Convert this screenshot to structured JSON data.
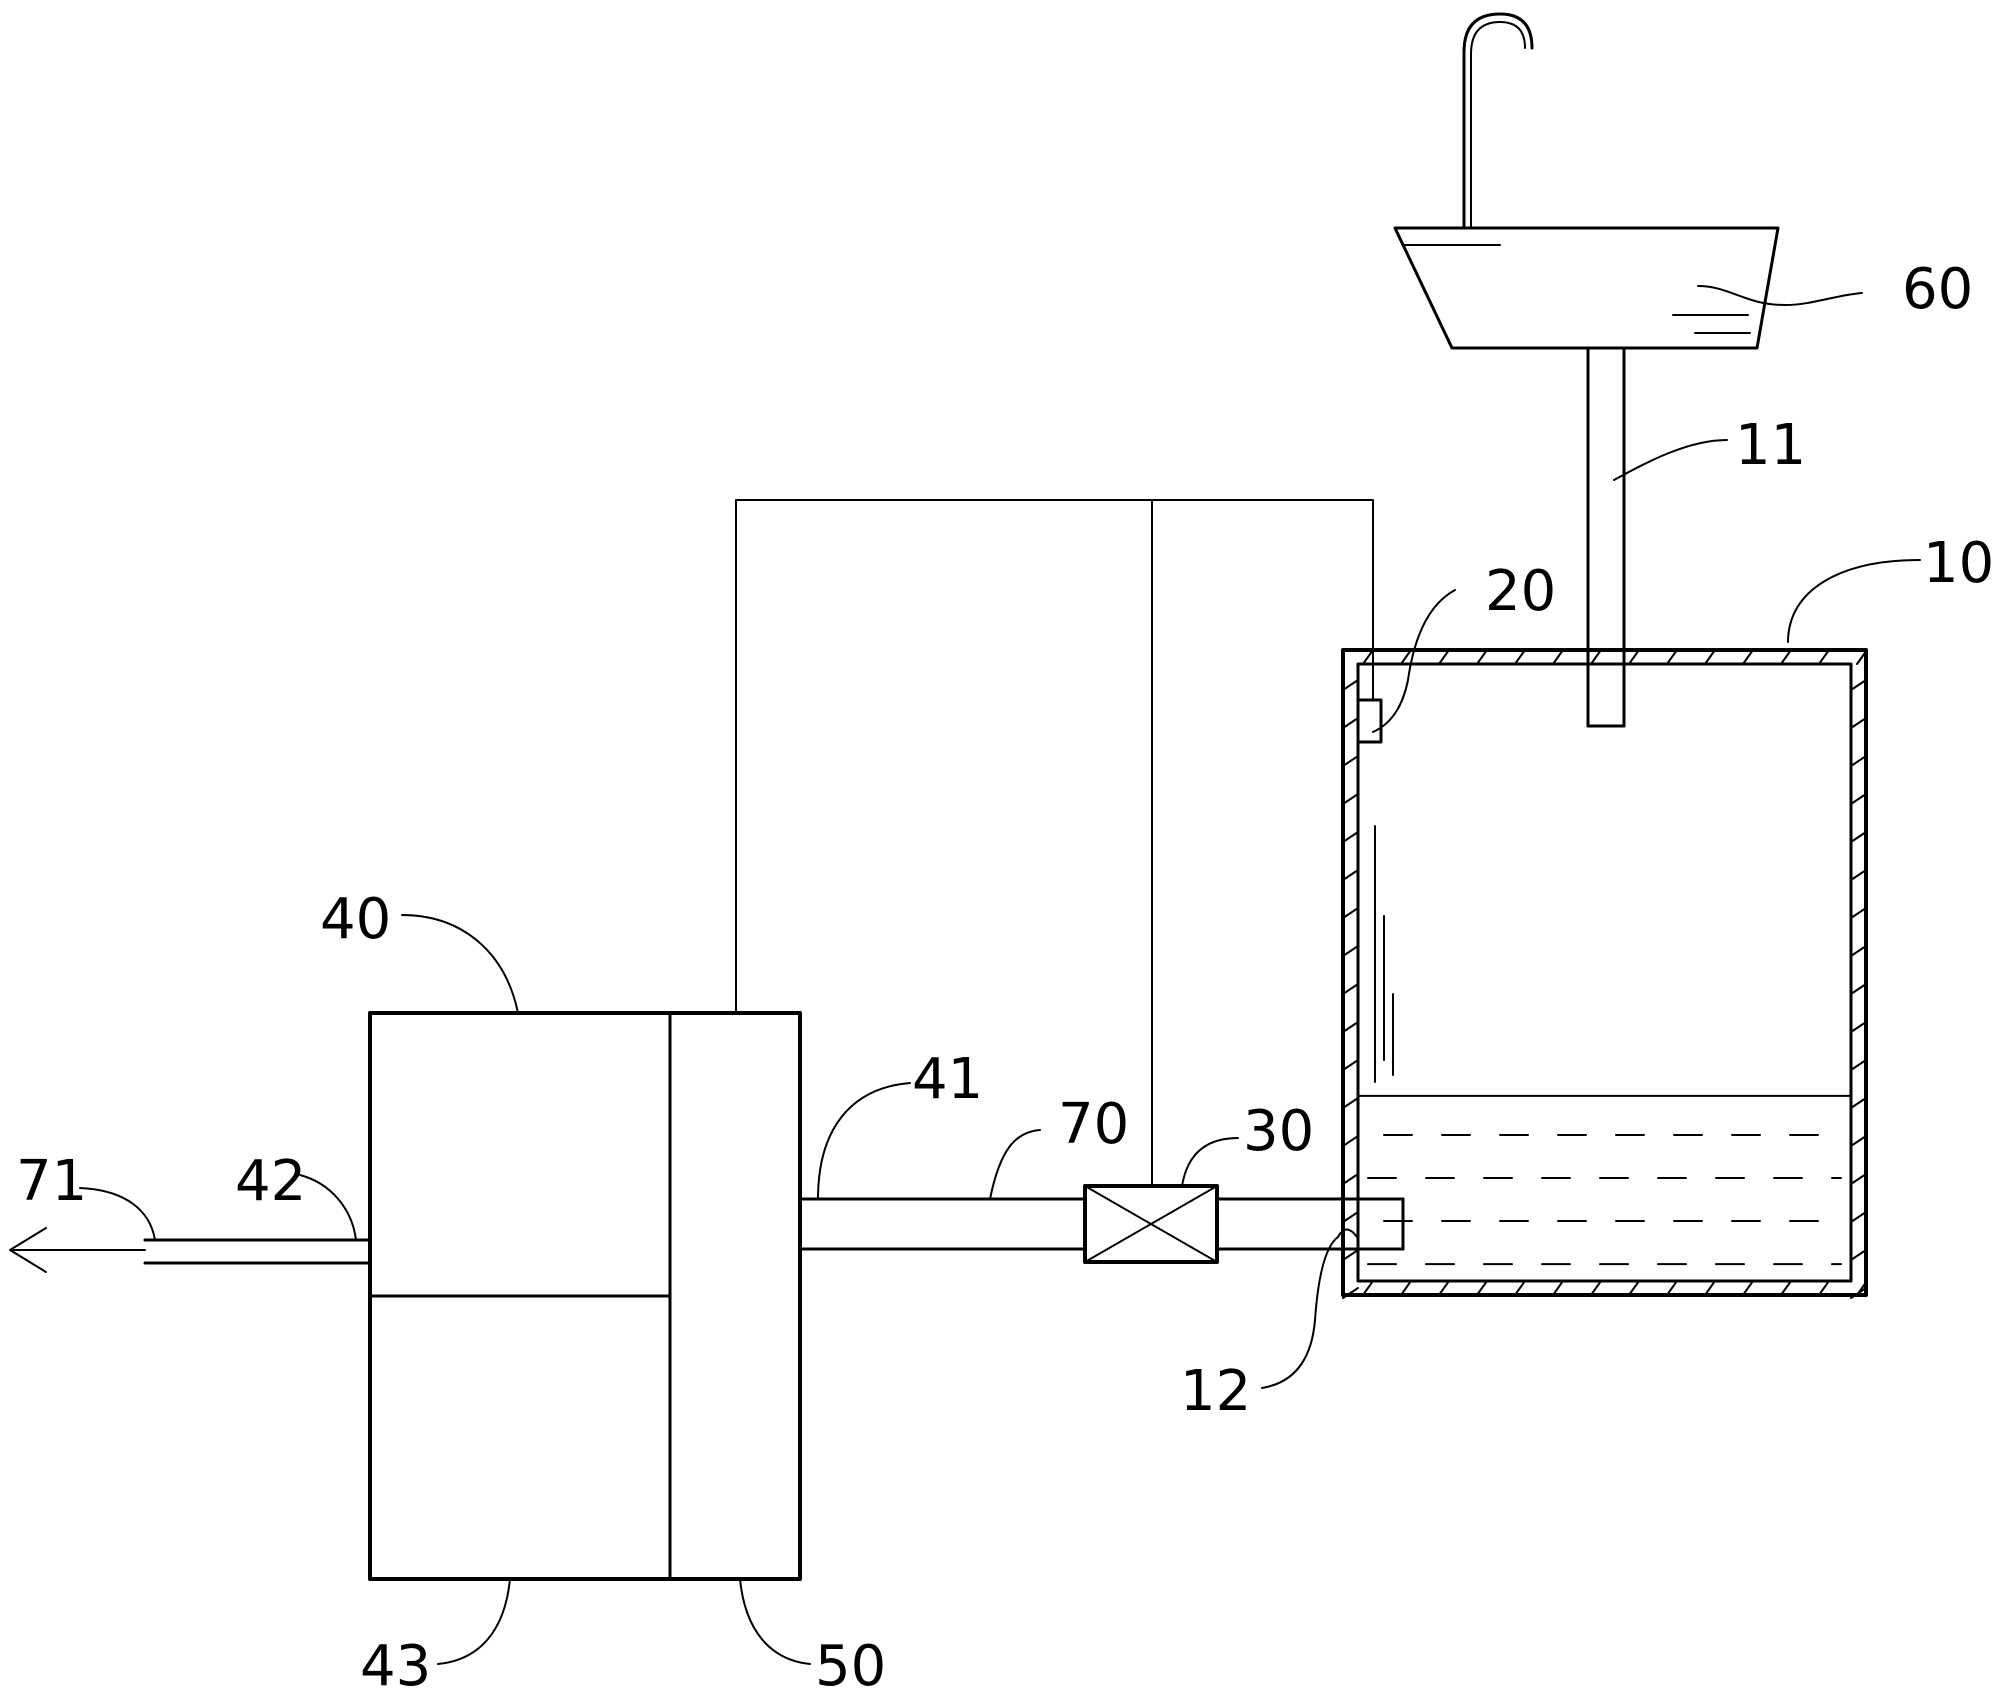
{
  "labels": {
    "tank": "10",
    "inlet_pipe": "11",
    "outlet": "12",
    "sensor": "20",
    "valve": "30",
    "unit": "40",
    "unit_inlet": "41",
    "unit_outlet": "42",
    "lower_compartment": "43",
    "controller": "50",
    "basin": "60",
    "connecting_pipe": "70",
    "discharge": "71"
  },
  "liquid_level_fraction": 0.3,
  "colors": {
    "stroke": "#000000",
    "background": "#ffffff"
  }
}
